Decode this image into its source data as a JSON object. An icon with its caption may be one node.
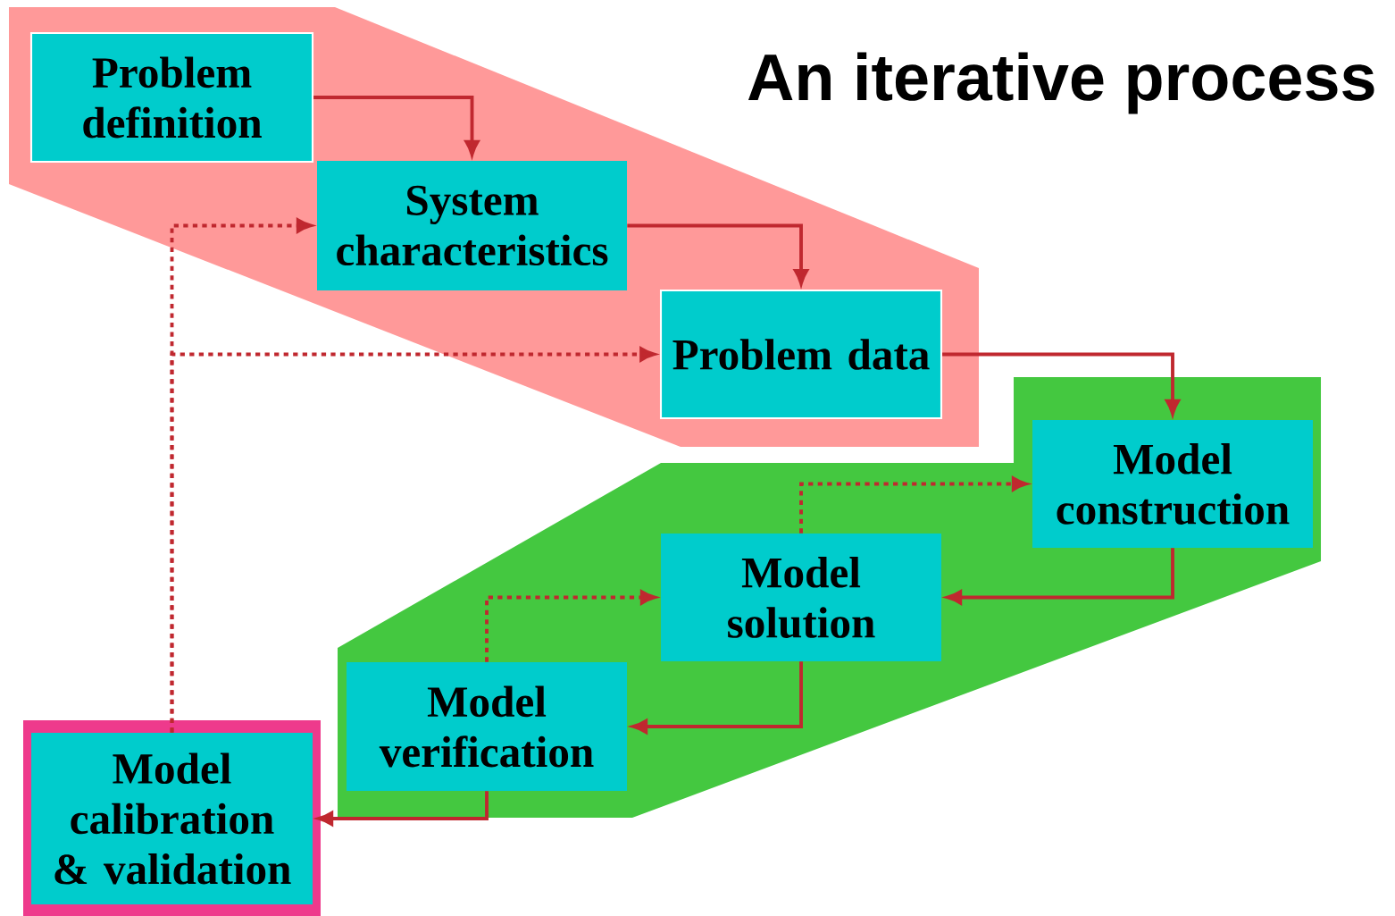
{
  "diagram": {
    "title": "An iterative process",
    "nodes": [
      {
        "text": [
          "Problem definition"
        ]
      },
      {
        "text": [
          "System characteristics"
        ]
      },
      {
        "text": [
          "Problem data"
        ]
      },
      {
        "text": [
          "Model construction"
        ]
      },
      {
        "text": [
          "Model solution"
        ]
      },
      {
        "text": [
          "Model verification"
        ]
      },
      {
        "text": [
          "Model calibration & validation"
        ]
      }
    ],
    "edges": [
      {
        "from": 0,
        "to": 1,
        "arrow": "to"
      },
      {
        "from": 1,
        "to": 2,
        "arrow": "to"
      },
      {
        "from": 2,
        "to": 3,
        "arrow": "to"
      },
      {
        "from": 3,
        "to": 4,
        "arrow": "to"
      },
      {
        "from": 4,
        "to": 5,
        "arrow": "to"
      },
      {
        "from": 5,
        "to": 6,
        "arrow": "to"
      },
      {
        "from": 6,
        "to": 1,
        "arrow": "to",
        "style": "dashed"
      },
      {
        "from": 6,
        "to": 2,
        "arrow": "to",
        "style": "dashed"
      },
      {
        "from": 5,
        "to": 4,
        "arrow": "to",
        "style": "dashed"
      },
      {
        "from": 4,
        "to": 3,
        "arrow": "to",
        "style": "dashed"
      }
    ]
  }
}
